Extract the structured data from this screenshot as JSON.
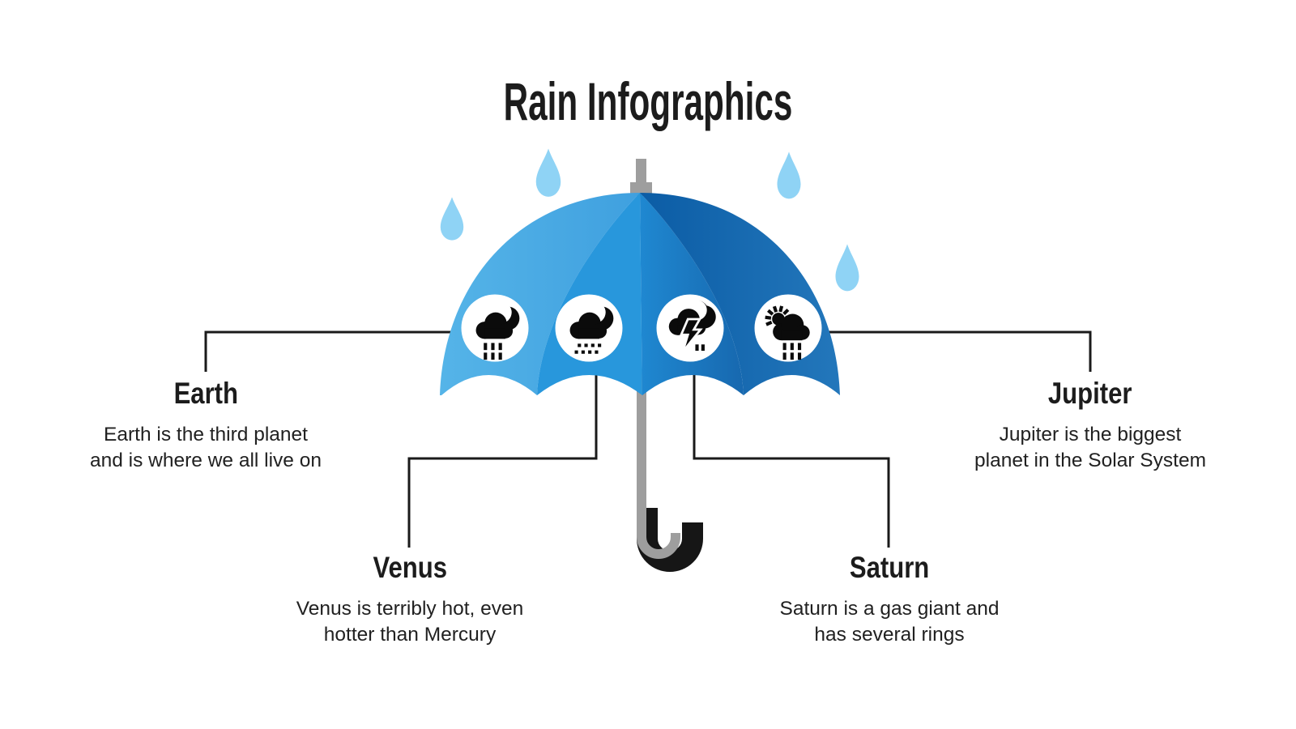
{
  "title": "Rain Infographics",
  "colors": {
    "text": "#1C1C1C",
    "line": "#1A1A1A",
    "panel1_left": "#55B4E8",
    "panel1_right": "#3FA0DF",
    "panel2": "#2897DC",
    "panel3_left": "#1F88D1",
    "panel3_right": "#1768AF",
    "panel4_left": "#0B5CA5",
    "panel4_right": "#2377BB",
    "shaft_gray": "#9E9E9E",
    "hook_black": "#161616",
    "raindrop": "#8FD3F5",
    "icon_bg": "#FFFFFF",
    "icon_glyph": "#0B0B0B"
  },
  "sections": [
    {
      "id": "earth",
      "label": "Earth",
      "lines": [
        "Earth is the third planet",
        "and is where we all live on"
      ],
      "icon": "night-rain-icon"
    },
    {
      "id": "venus",
      "label": "Venus",
      "lines": [
        "Venus is terribly hot, even",
        "hotter than Mercury"
      ],
      "icon": "night-drizzle-icon"
    },
    {
      "id": "saturn",
      "label": "Saturn",
      "lines": [
        "Saturn is a gas giant and",
        "has several rings"
      ],
      "icon": "night-thunderstorm-icon"
    },
    {
      "id": "jupiter",
      "label": "Jupiter",
      "lines": [
        "Jupiter is the biggest",
        "planet in the Solar System"
      ],
      "icon": "day-rain-icon"
    }
  ]
}
